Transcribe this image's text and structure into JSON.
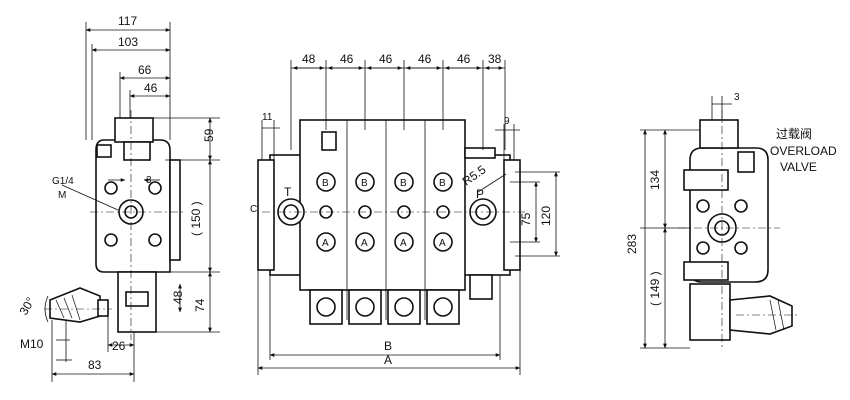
{
  "left_view": {
    "dims": {
      "w117": "117",
      "w103": "103",
      "w66": "66",
      "w46": "46",
      "h59": "59",
      "h150": "( 150 )",
      "h48": "48",
      "h74": "74",
      "w26": "26",
      "w83": "83",
      "angle30": "30°",
      "thread_m10": "M10",
      "port_g14": "G1/4",
      "port_m": "M",
      "small3": "3"
    }
  },
  "front_view": {
    "dims": {
      "top": [
        "48",
        "46",
        "46",
        "46",
        "46",
        "38"
      ],
      "d11": "11",
      "d9": "9",
      "radius": "R5.5",
      "h75": "75",
      "h120": "120",
      "overall_b": "B",
      "overall_a": "A",
      "side_c": "C"
    },
    "port_t": "T",
    "port_p": "P",
    "port_letter_b": "B",
    "port_letter_a": "A"
  },
  "right_view": {
    "dims": {
      "d3": "3",
      "h134": "134",
      "h283": "283",
      "h149": "( 149 )"
    },
    "overload_cn": "过载阀",
    "overload_en_1": "OVERLOAD",
    "overload_en_2": "VALVE"
  }
}
